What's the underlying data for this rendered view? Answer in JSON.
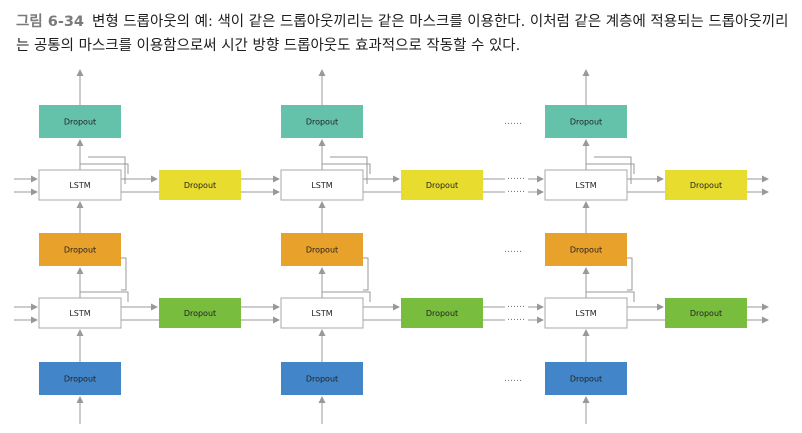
{
  "caption": {
    "figure_number": "그림 6-34",
    "text": "변형 드롭아웃의 예: 색이 같은 드롭아웃끼리는 같은 마스크를 이용한다. 이처럼 같은 계층에 적용되는 드롭아웃끼리는 공통의 마스크를 이용함으로써 시간 방향 드롭아웃도 효과적으로 작동할 수 있다."
  },
  "labels": {
    "lstm": "LSTM",
    "dropout": "Dropout",
    "ellipsis": "……"
  },
  "colors": {
    "teal": "#64c2aa",
    "yellow": "#e8dd2e",
    "orange": "#e8a12a",
    "green": "#79bd3e",
    "blue": "#4285c9",
    "lstm_fill": "#ffffff",
    "line": "#999999"
  }
}
